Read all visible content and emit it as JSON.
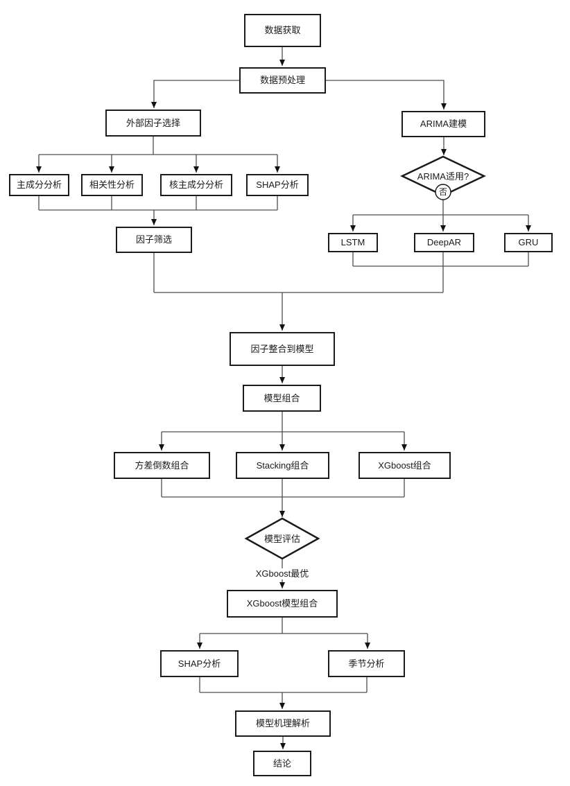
{
  "diagram": {
    "type": "flowchart",
    "nodes": {
      "data_acquisition": {
        "label": "数据获取"
      },
      "data_preprocessing": {
        "label": "数据预处理"
      },
      "external_factor_selection": {
        "label": "外部因子选择"
      },
      "arima_modeling": {
        "label": "ARIMA建模"
      },
      "pca": {
        "label": "主成分分析"
      },
      "correlation_analysis": {
        "label": "相关性分析"
      },
      "kernel_pca": {
        "label": "核主成分分析"
      },
      "shap_analysis_factors": {
        "label": "SHAP分析"
      },
      "factor_screening": {
        "label": "因子筛选"
      },
      "arima_applicable": {
        "label": "ARIMA适用?"
      },
      "lstm": {
        "label": "LSTM"
      },
      "deepar": {
        "label": "DeepAR"
      },
      "gru": {
        "label": "GRU"
      },
      "factor_integration": {
        "label": "因子整合到模型"
      },
      "model_combination": {
        "label": "模型组合"
      },
      "variance_inverse_combo": {
        "label": "方差倒数组合"
      },
      "stacking_combo": {
        "label": "Stacking组合"
      },
      "xgboost_combo": {
        "label": "XGboost组合"
      },
      "model_evaluation": {
        "label": "模型评估"
      },
      "xgboost_model_combo": {
        "label": "XGboost模型组合"
      },
      "shap_analysis_model": {
        "label": "SHAP分析"
      },
      "seasonal_analysis": {
        "label": "季节分析"
      },
      "model_mechanism_analysis": {
        "label": "模型机理解析"
      },
      "conclusion": {
        "label": "结论"
      }
    },
    "edge_labels": {
      "no_branch": "否",
      "evaluation_result": "XGboost最优"
    },
    "colors": {
      "background": "#ffffff",
      "node_border": "#1a1a1a",
      "connector": "#4d4d4d",
      "text": "#1a1a1a"
    }
  }
}
